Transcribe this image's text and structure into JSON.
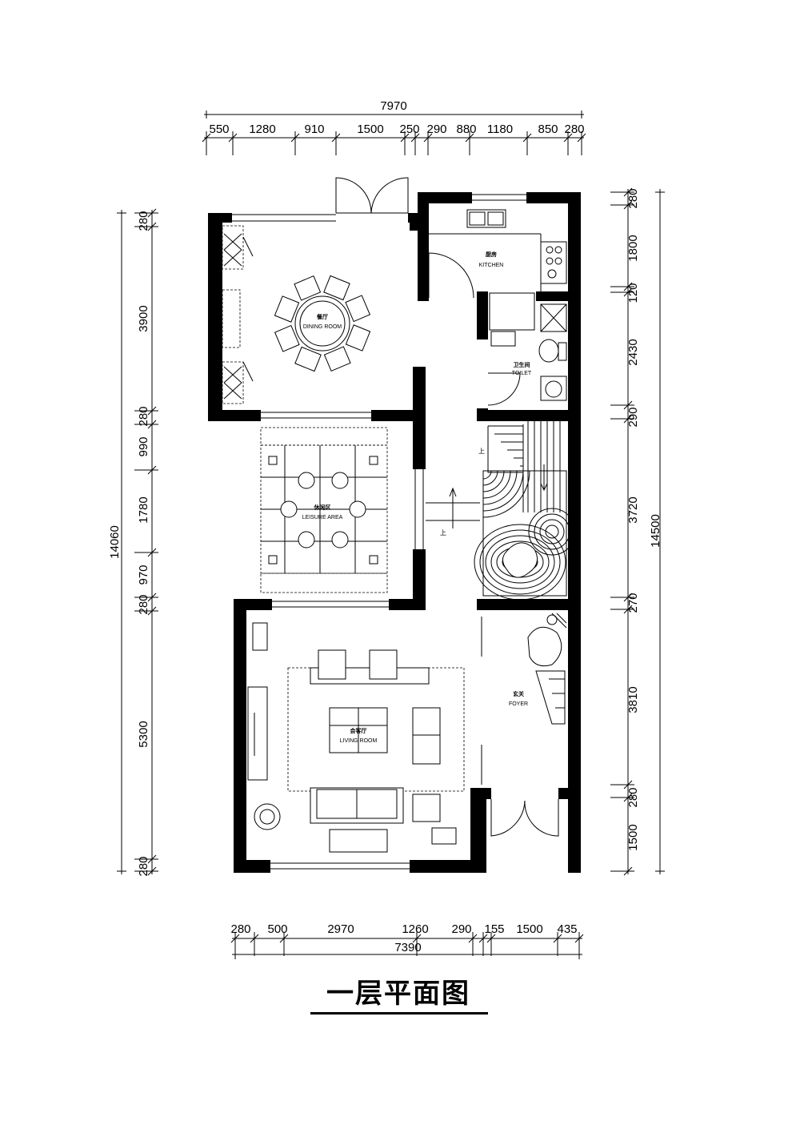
{
  "title": "一层平面图",
  "dimensions": {
    "top_total": "7970",
    "top_segments": [
      "550",
      "1280",
      "910",
      "1500",
      "250",
      "290",
      "880",
      "1180",
      "850",
      "280"
    ],
    "bottom_total": "7390",
    "bottom_segments": [
      "280",
      "500",
      "2970",
      "1260",
      "290",
      "155",
      "1500",
      "435"
    ],
    "left_total": "14060",
    "left_segments": [
      "280",
      "3900",
      "280",
      "990",
      "1780",
      "970",
      "280",
      "5300",
      "280"
    ],
    "right_total": "14500",
    "right_segments": [
      "280",
      "1800",
      "120",
      "2430",
      "290",
      "3720",
      "270",
      "3810",
      "280",
      "1500"
    ]
  },
  "rooms": {
    "kitchen": {
      "cn": "厨房",
      "en": "KITCHEN"
    },
    "dining": {
      "cn": "餐厅",
      "en": "DINING ROOM"
    },
    "toilet": {
      "cn": "卫生间",
      "en": "TOILET"
    },
    "leisure": {
      "cn": "休闲区",
      "en": "LEISURE AREA"
    },
    "foyer": {
      "cn": "玄关",
      "en": "FOYER"
    },
    "living": {
      "cn": "会客厅",
      "en": "LIVING ROOM"
    }
  },
  "stair_labels": {
    "up_1": "上",
    "up_2": "上"
  }
}
